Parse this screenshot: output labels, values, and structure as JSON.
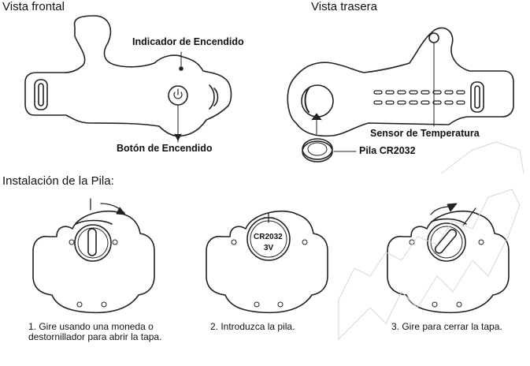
{
  "front_view": {
    "title": "Vista frontal",
    "power_indicator_label": "Indicador de Encendido",
    "power_button_label": "Botón de Encendido"
  },
  "rear_view": {
    "title": "Vista trasera",
    "temperature_sensor_label": "Sensor de Temperatura",
    "battery_label": "Pila CR2032"
  },
  "installation": {
    "title": "Instalación de la Pila:",
    "battery_text": "CR2032",
    "battery_voltage": "3V",
    "steps": [
      {
        "caption": "1. Gire usando una moneda o destornillador para abrir la tapa."
      },
      {
        "caption": "2. Introduzca la pila."
      },
      {
        "caption": "3. Gire para cerrar la tapa."
      }
    ]
  },
  "watermark": {
    "text": "manuals"
  }
}
